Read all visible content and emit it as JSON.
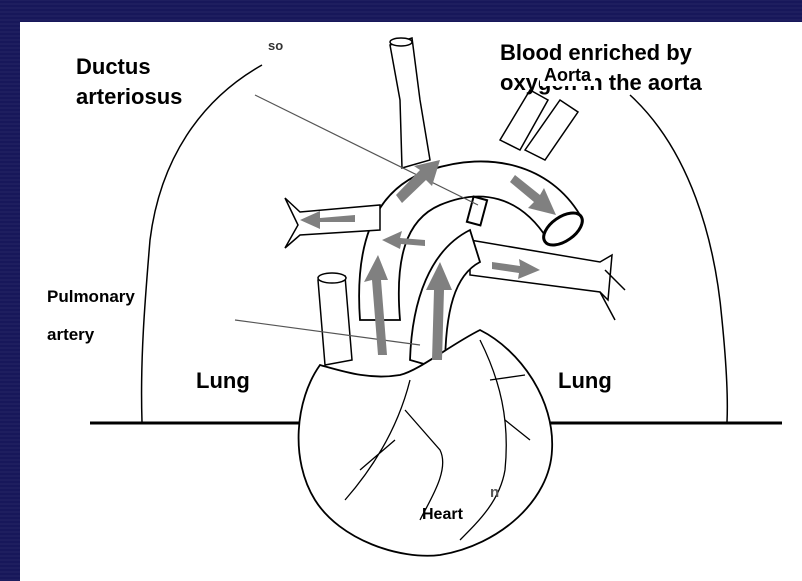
{
  "labels": {
    "ductus_line1": "Ductus",
    "ductus_line2": "arteriosus",
    "blood_line1": "Blood enriched by",
    "blood_line2": "oxygen in the aorta",
    "aorta": "Aorta",
    "pulmonary_line1": "Pulmonary",
    "pulmonary_line2": "artery",
    "lung_left": "Lung",
    "lung_right": "Lung",
    "heart": "Heart",
    "fragment_top": "so",
    "fragment_heart": "n"
  },
  "colors": {
    "frame": "#17175a",
    "background": "#ffffff",
    "ink": "#000000",
    "flow_arrows": "#808080"
  }
}
